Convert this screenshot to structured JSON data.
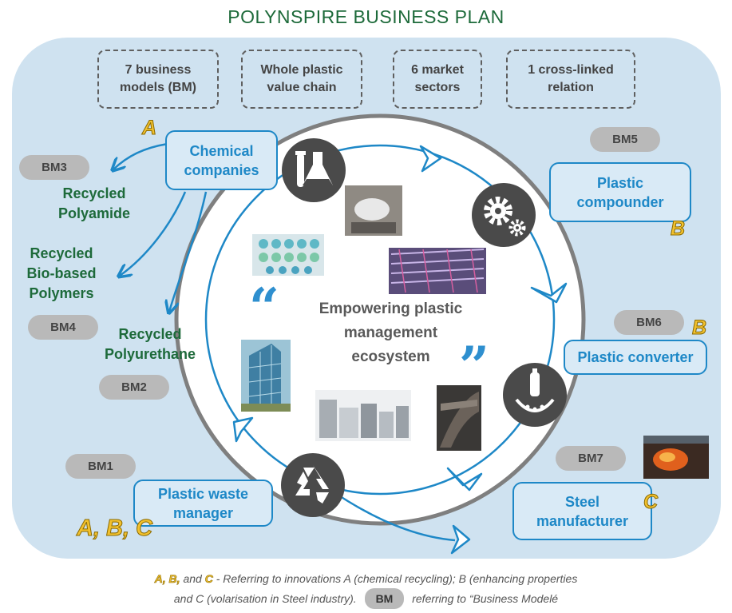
{
  "title": "POLYNSPIRE BUSINESS PLAN",
  "summary_boxes": [
    {
      "line1": "7 business",
      "line2": "models (BM)"
    },
    {
      "line1": "Whole plastic",
      "line2": "value chain"
    },
    {
      "line1": "6 market",
      "line2": "sectors"
    },
    {
      "line1": "1 cross-linked",
      "line2": "relation"
    }
  ],
  "bm_labels": {
    "bm1": "BM1",
    "bm2": "BM2",
    "bm3": "BM3",
    "bm4": "BM4",
    "bm5": "BM5",
    "bm6": "BM6",
    "bm7": "BM7"
  },
  "actors": {
    "chemical": {
      "line1": "Chemical",
      "line2": "companies"
    },
    "compounder": {
      "line1": "Plastic",
      "line2": "compounder"
    },
    "converter": {
      "label": "Plastic converter"
    },
    "steel": {
      "line1": "Steel",
      "line2": "manufacturer"
    },
    "waste": {
      "line1": "Plastic waste",
      "line2": "manager"
    }
  },
  "polymers": {
    "polyamide": {
      "line1": "Recycled",
      "line2": "Polyamide"
    },
    "biobased": {
      "line1": "Recycled",
      "line2": "Bio-based",
      "line3": "Polymers"
    },
    "polyurethane": {
      "line1": "Recycled",
      "line2": "Polyurethane"
    }
  },
  "letters": {
    "chemical": "A",
    "compounder": "B",
    "converter": "B",
    "steel": "C",
    "waste": "A, B, C"
  },
  "center": {
    "line1": "Empowering plastic",
    "line2": "management",
    "line3": "ecosystem",
    "quote_open": "“",
    "quote_close": "”"
  },
  "footnote": {
    "letters": "A, B,",
    "and": "and",
    "letter_c": "C",
    "text1": "- Referring to innovations A (chemical recycling); B (enhancing properties",
    "text2": "and C (volarisation in Steel industry).",
    "bm": "BM",
    "text3": "referring to “Business Modelé"
  },
  "icons": [
    "lab-flask-icon",
    "gears-icon",
    "bottle-conveyor-icon",
    "recycle-icon"
  ],
  "colors": {
    "panel": "#cfe2f0",
    "accent_blue": "#1e88c7",
    "green_text": "#1d6a3a",
    "letter_yellow": "#f2c12e",
    "bm_gray": "#b9b9b9",
    "icon_dark": "#4a4a4a"
  }
}
